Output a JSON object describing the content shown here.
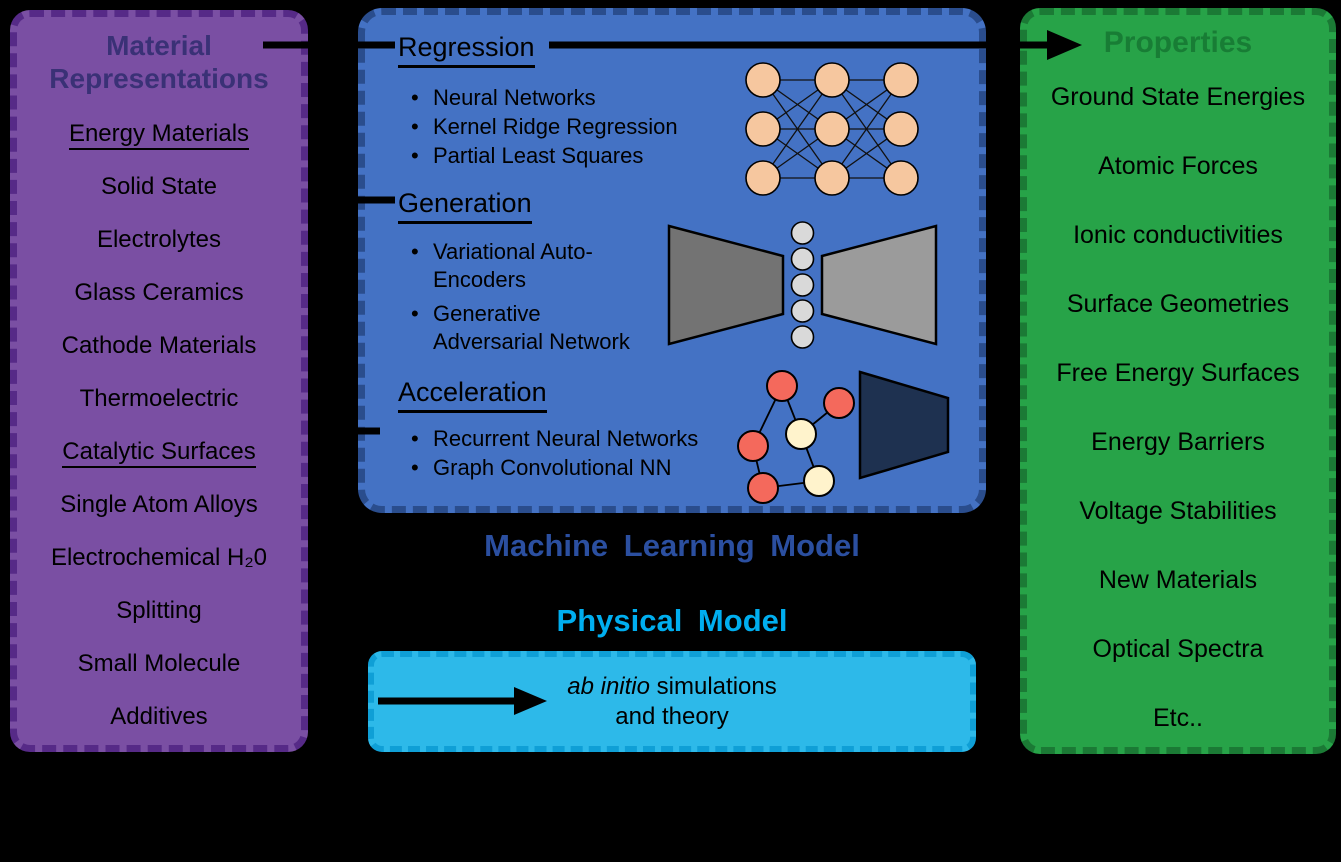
{
  "colors": {
    "canvas_bg": "#000000",
    "purple_panel": "#7a4fa3",
    "purple_border": "#562a87",
    "purple_title": "#3a3176",
    "blue_panel": "#4472c4",
    "blue_border": "#2a4d8d",
    "green_panel": "#27a348",
    "green_border": "#1b7a35",
    "green_title": "#187d35",
    "cyan_box": "#2db9e9",
    "cyan_border": "#0f9fd6",
    "ml_caption_color": "#2b4fa0",
    "physical_caption_color": "#00aeef"
  },
  "left_panel": {
    "title": "Material Representations",
    "groups": [
      {
        "heading": "Energy Materials",
        "items": [
          "Solid State",
          "Electrolytes",
          "Glass Ceramics",
          "Cathode Materials",
          "Thermoelectric"
        ]
      },
      {
        "heading": "Catalytic Surfaces",
        "items": [
          "Single Atom Alloys",
          "Electrochemical H₂0",
          "Splitting",
          "Small Molecule",
          "Additives"
        ]
      }
    ]
  },
  "ml_panel": {
    "sections": [
      {
        "heading": "Regression",
        "bullets": [
          "Neural Networks",
          "Kernel Ridge Regression",
          "Partial Least Squares"
        ],
        "diagram": "neural-network-diagram"
      },
      {
        "heading": "Generation",
        "bullets": [
          "Variational Auto-\nEncoders",
          "Generative\nAdversarial Network"
        ],
        "diagram": "autoencoder-diagram"
      },
      {
        "heading": "Acceleration",
        "bullets": [
          "Recurrent Neural Networks",
          "Graph Convolutional NN"
        ],
        "diagram": "graph-network-diagram funnel-icon"
      }
    ],
    "caption": "Machine Learning Model"
  },
  "physical_model": {
    "caption": "Physical Model",
    "box": {
      "italic": "ab initio",
      "rest": " simulations",
      "line2": "and theory"
    }
  },
  "right_panel": {
    "title": "Properties",
    "items": [
      "Ground State Energies",
      "Atomic Forces",
      "Ionic conductivities",
      "Surface Geometries",
      "Free Energy Surfaces",
      "Energy Barriers",
      "Voltage Stabilities",
      "New Materials",
      "Optical Spectra",
      "Etc.."
    ]
  }
}
